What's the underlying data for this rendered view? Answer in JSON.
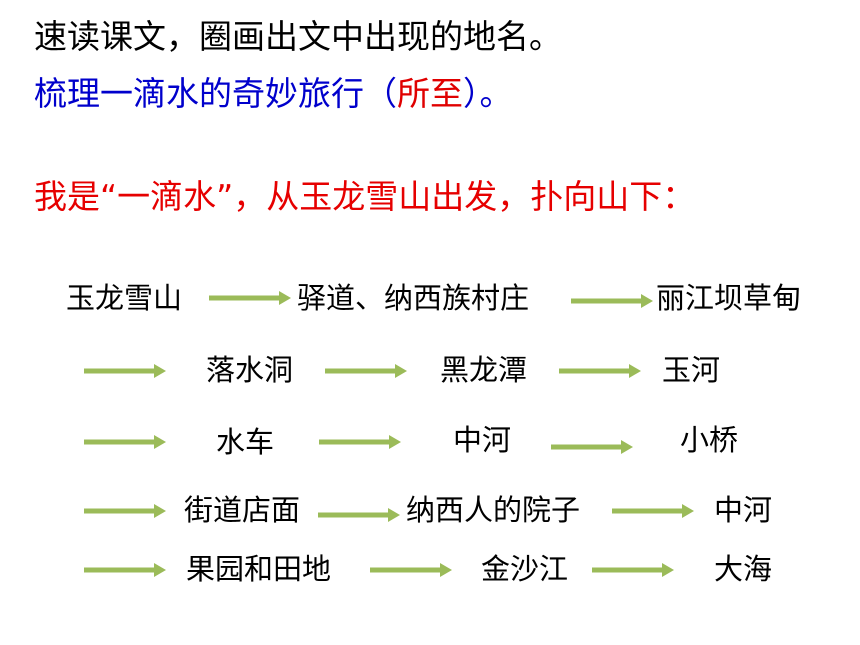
{
  "line1": "速读课文，圈画出文中出现的地名。",
  "line2": {
    "prefix": "梳理一滴水的奇妙旅行（",
    "emphasis": "所至",
    "suffix": "）。"
  },
  "line3": "我是“一滴水”，从玉龙雪山出发，扑向山下：",
  "places": [
    "玉龙雪山",
    "驿道、纳西族村庄",
    "丽江坝草甸",
    "落水洞",
    "黑龙潭",
    "玉河",
    "水车",
    "中河",
    "小桥",
    "街道店面",
    "纳西人的院子",
    "中河",
    "果园和田地",
    "金沙江",
    "大海"
  ],
  "colors": {
    "blue_text": "#0000cc",
    "red_text": "#e00000",
    "arrow": "#9bbb59"
  }
}
